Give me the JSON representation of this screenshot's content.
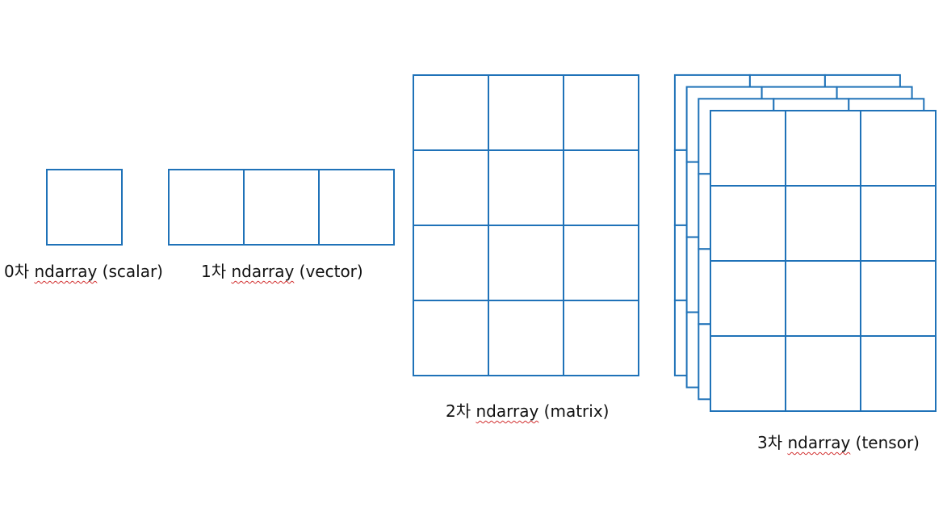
{
  "colors": {
    "grid_stroke": "#1f72b8",
    "text": "#111111",
    "spell_underline": "#d23030"
  },
  "diagrams": [
    {
      "id": "scalar",
      "rows": 1,
      "cols": 1,
      "layers": 1,
      "label": {
        "prefix": "0차",
        "word": "ndarray",
        "suffix": "(scalar)"
      }
    },
    {
      "id": "vector",
      "rows": 1,
      "cols": 3,
      "layers": 1,
      "label": {
        "prefix": "1차",
        "word": "ndarray",
        "suffix": "(vector)"
      }
    },
    {
      "id": "matrix",
      "rows": 4,
      "cols": 3,
      "layers": 1,
      "label": {
        "prefix": "2차",
        "word": "ndarray",
        "suffix": "(matrix)"
      }
    },
    {
      "id": "tensor",
      "rows": 4,
      "cols": 3,
      "layers": 4,
      "label": {
        "prefix": "3차",
        "word": "ndarray",
        "suffix": "(tensor)"
      }
    }
  ]
}
